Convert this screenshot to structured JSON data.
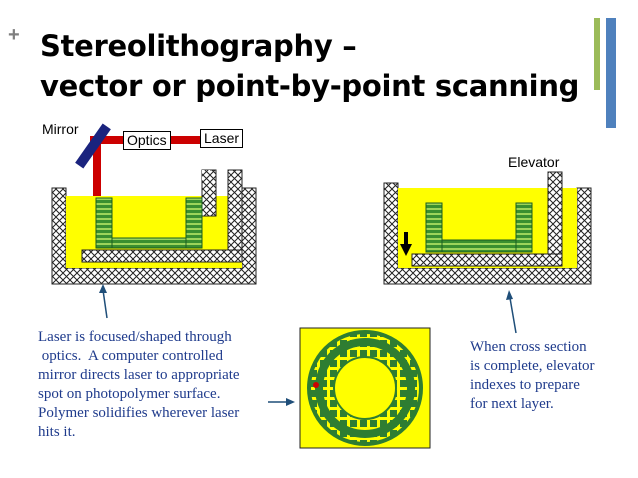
{
  "slide": {
    "plus": "+",
    "title_line1": "Stereolithography –",
    "title_line2": "vector or point-by-point scanning"
  },
  "labels": {
    "mirror": "Mirror",
    "optics": "Optics",
    "laser": "Laser",
    "elevator": "Elevator"
  },
  "captions": {
    "left": "Laser is focused/shaped through\n optics.  A computer controlled\nmirror directs laser to appropriate\nspot on photopolymer surface.\nPolymer solidifies wherever laser\nhits it.",
    "right": "When cross section\nis complete, elevator\nindexes to prepare\nfor next layer."
  },
  "colors": {
    "accent_bar_green": "#9bbb59",
    "accent_bar_blue": "#4f81bd",
    "resin": "#ffff00",
    "part": "#3a8f2f",
    "laser_beam": "#cc0000",
    "mirror": "#1a237e",
    "caption_text": "#1f3b8c"
  }
}
